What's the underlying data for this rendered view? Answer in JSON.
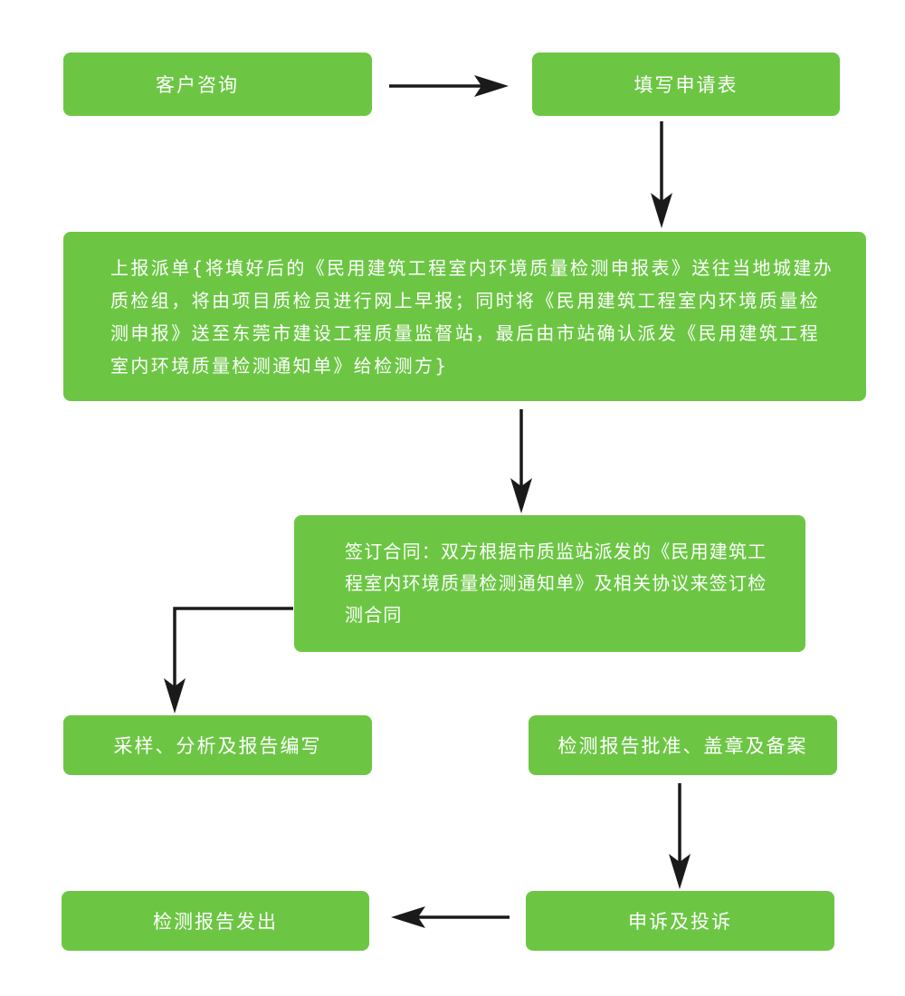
{
  "flowchart": {
    "colors": {
      "box_fill": "#6cc644",
      "text": "#ffffff",
      "arrow": "#1a1a1a",
      "background": "#ffffff"
    },
    "steps": {
      "consult": "客户咨询",
      "fill_form": "填写申请表",
      "report_dispatch": "上报派单{将填好后的《民用建筑工程室内环境质量检测申报表》送往当地城建办质检组，将由项目质检员进行网上早报；同时将《民用建筑工程室内环境质量检测申报》送至东莞市建设工程质量监督站，最后由市站确认派发《民用建筑工程室内环境质量检测通知单》给检测方}",
      "sign_contract": "签订合同：双方根据市质监站派发的《民用建筑工程室内环境质量检测通知单》及相关协议来签订检测合同",
      "sampling": "采样、分析及报告编写",
      "approval": "检测报告批准、盖章及备案",
      "appeal": "申诉及投诉",
      "issue": "检测报告发出"
    },
    "connections": [
      {
        "from": "consult",
        "to": "fill_form",
        "direction": "right"
      },
      {
        "from": "fill_form",
        "to": "report_dispatch",
        "direction": "down"
      },
      {
        "from": "report_dispatch",
        "to": "sign_contract",
        "direction": "down"
      },
      {
        "from": "sign_contract",
        "to": "sampling",
        "direction": "left-then-down"
      },
      {
        "from": "approval",
        "to": "appeal",
        "direction": "down"
      },
      {
        "from": "appeal",
        "to": "issue",
        "direction": "left"
      }
    ]
  }
}
